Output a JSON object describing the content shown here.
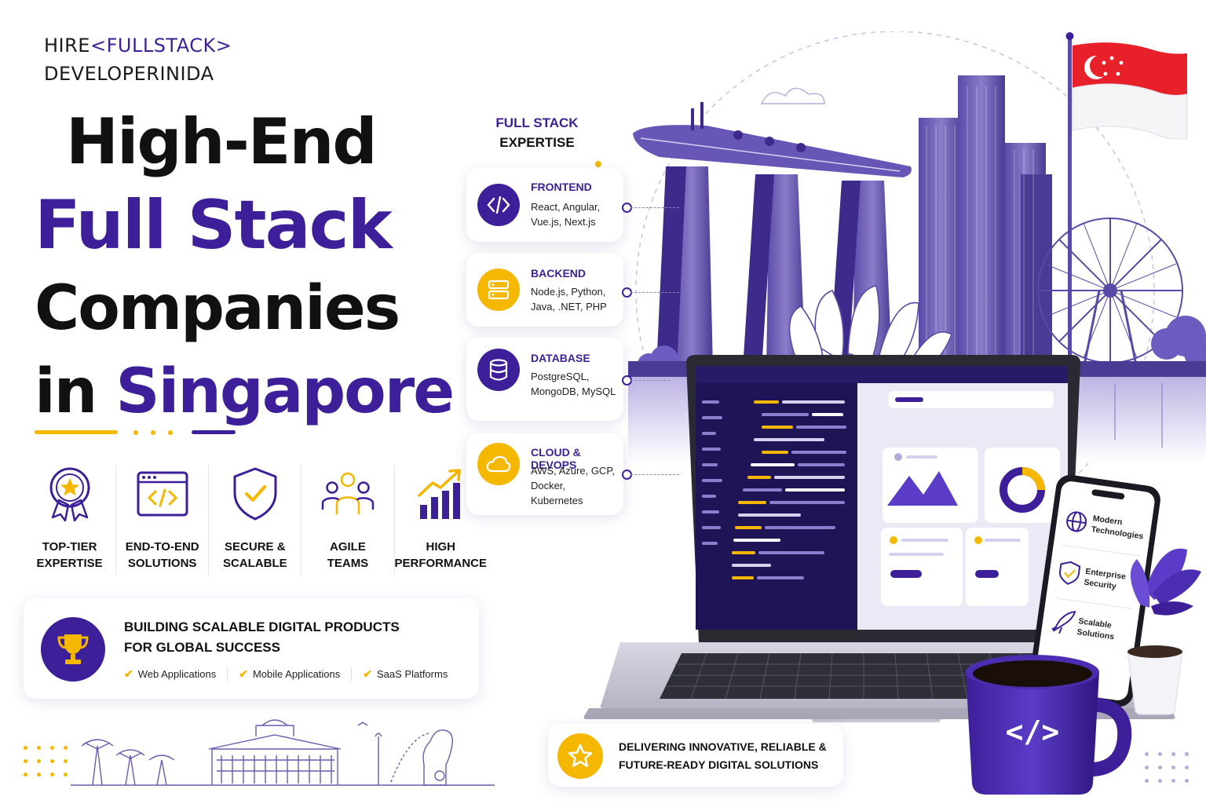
{
  "logo": {
    "prefix": "HIRE",
    "tag": "<FULLSTACK>",
    "line2": "DEVELOPERINIDA"
  },
  "headline": {
    "line1": "High-End",
    "line2": "Full Stack",
    "line3": "Companies",
    "line4_prefix": "in ",
    "line4_highlight": "Singapore"
  },
  "features": [
    {
      "icon": "award-star-icon",
      "label": "TOP-TIER\nEXPERTISE"
    },
    {
      "icon": "code-window-icon",
      "label": "END-TO-END\nSOLUTIONS"
    },
    {
      "icon": "shield-check-icon",
      "label": "SECURE &\nSCALABLE"
    },
    {
      "icon": "team-people-icon",
      "label": "AGILE\nTEAMS"
    },
    {
      "icon": "growth-chart-icon",
      "label": "HIGH\nPERFORMANCE"
    }
  ],
  "building": {
    "title": "BUILDING SCALABLE DIGITAL PRODUCTS FOR GLOBAL SUCCESS",
    "icon": "trophy-icon",
    "checks": [
      "Web Applications",
      "Mobile Applications",
      "SaaS Platforms"
    ]
  },
  "expertise": {
    "title_line1": "FULL STACK",
    "title_line2": "EXPERTISE",
    "cards": [
      {
        "name": "FRONTEND",
        "tech": "React, Angular, Vue.js, Next.js",
        "icon": "code-icon",
        "color": "#3d1f9a"
      },
      {
        "name": "BACKEND",
        "tech": "Node.js, Python, Java, .NET, PHP",
        "icon": "server-icon",
        "color": "#f5b700"
      },
      {
        "name": "DATABASE",
        "tech": "PostgreSQL, MongoDB, MySQL",
        "icon": "database-icon",
        "color": "#3d1f9a"
      },
      {
        "name": "CLOUD & DEVOPS",
        "tech": "AWS, Azure, GCP, Docker, Kubernetes",
        "icon": "cloud-icon",
        "color": "#f5b700"
      }
    ]
  },
  "phone": {
    "items": [
      {
        "line1": "Modern",
        "line2": "Technologies",
        "icon": "globe-icon"
      },
      {
        "line1": "Enterprise",
        "line2": "Security",
        "icon": "shield-icon"
      },
      {
        "line1": "Scalable",
        "line2": "Solutions",
        "icon": "rocket-icon"
      }
    ]
  },
  "mug": {
    "symbol": "</>"
  },
  "deliver": {
    "text": "DELIVERING INNOVATIVE, RELIABLE & FUTURE-READY DIGITAL SOLUTIONS",
    "icon": "star-icon"
  },
  "colors": {
    "primary": "#3d1f9a",
    "accent": "#f5b700",
    "text": "#111111",
    "flag_red": "#e8202a"
  }
}
